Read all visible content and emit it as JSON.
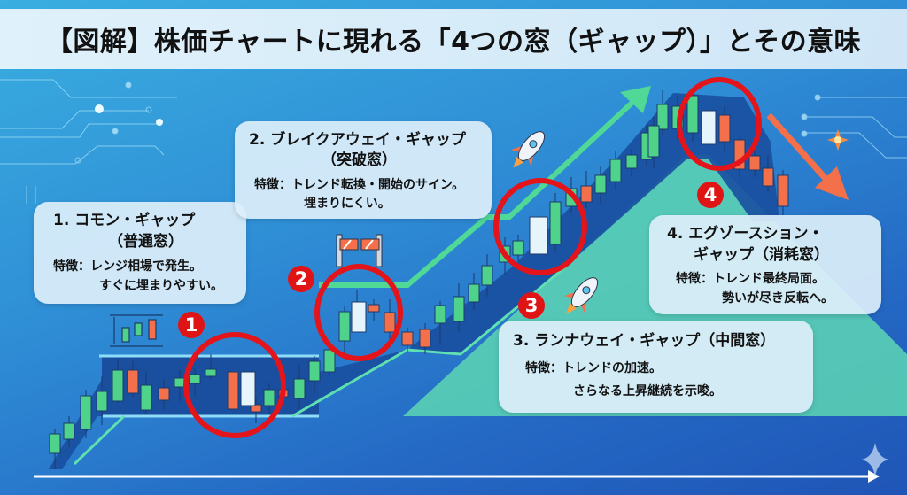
{
  "title": "【図解】株価チャートに現れる「4つの窓（ギャップ）」とその意味",
  "colors": {
    "bullish": "#4fd28a",
    "bearish": "#f4704a",
    "gap_candle": "#e6f4fb",
    "highlight_circle": "#e3141a",
    "trend_arrow": "#4fd896",
    "down_arrow": "#f4704a"
  },
  "gaps": [
    {
      "number": "1",
      "title_line1": "1. コモン・ギャップ",
      "title_line2": "（普通窓）",
      "desc_line1": "特徴：レンジ相場で発生。",
      "desc_line2": "すぐに埋まりやすい。"
    },
    {
      "number": "2",
      "title_line1": "2. ブレイクアウェイ・ギャップ",
      "title_line2": "（突破窓）",
      "desc_line1": "特徴：トレンド転換・開始のサイン。",
      "desc_line2": "埋まりにくい。"
    },
    {
      "number": "3",
      "title_line1": "3. ランナウェイ・ギャップ（中間窓）",
      "title_line2": "",
      "desc_line1": "特徴：トレンドの加速。",
      "desc_line2": "さらなる上昇継続を示唆。"
    },
    {
      "number": "4",
      "title_line1": "4. エグゾースション・",
      "title_line2": "ギャップ（消耗窓）",
      "desc_line1": "特徴：トレンド最終局面。",
      "desc_line2": "勢いが尽き反転へ。"
    }
  ],
  "icons": {
    "range_icon": "range-candles-icon",
    "barrier_icon": "broken-barrier-icon",
    "rocket_icon": "rocket-icon",
    "spark_icon": "spark-icon",
    "sparkle_icon": "sparkle-icon"
  }
}
